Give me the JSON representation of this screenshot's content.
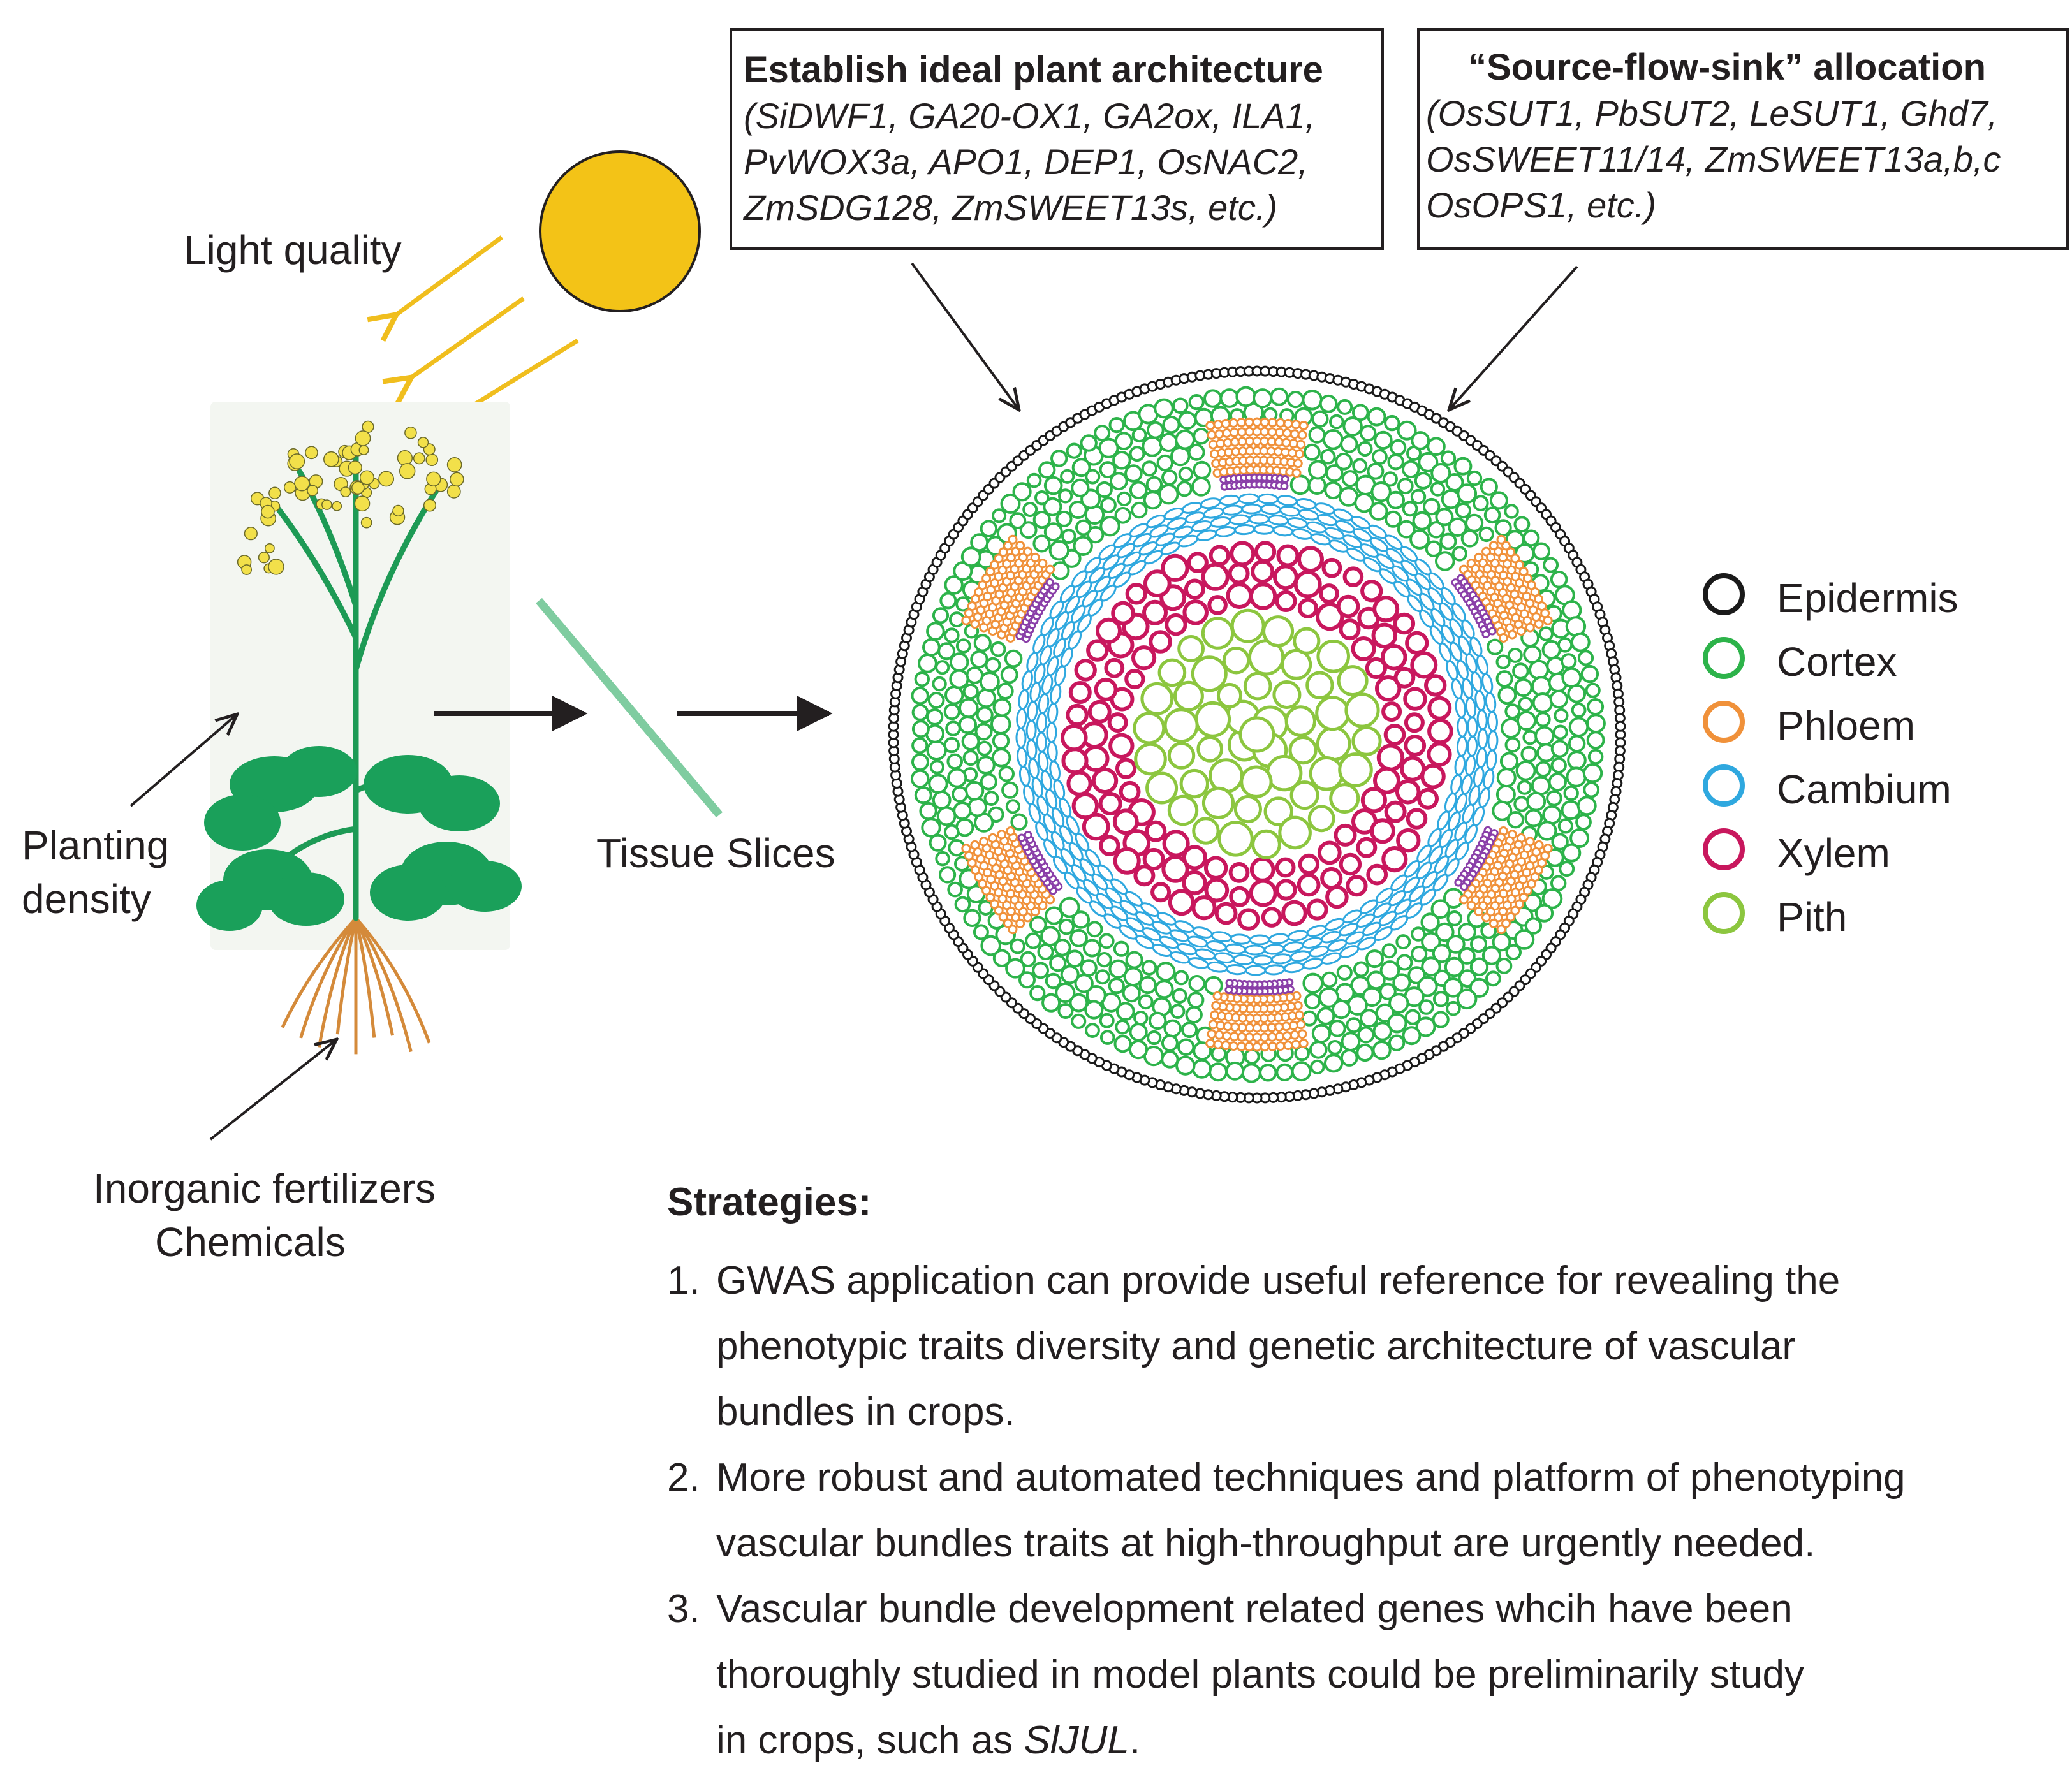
{
  "labels": {
    "light_quality": "Light quality",
    "planting_density": [
      "Planting",
      "density"
    ],
    "fertilizers": [
      "Inorganic fertilizers",
      "Chemicals"
    ],
    "tissue_slices": "Tissue Slices"
  },
  "box_architecture": {
    "title": "Establish ideal plant architecture",
    "lines": [
      "(SiDWF1, GA20-OX1, GA2ox, ILA1,",
      "PvWOX3a,  APO1, DEP1, OsNAC2,",
      "ZmSDG128, ZmSWEET13s, etc.)"
    ]
  },
  "box_allocation": {
    "title": "“Source-flow-sink” allocation",
    "lines": [
      "(OsSUT1, PbSUT2, LeSUT1, Ghd7,",
      "OsSWEET11/14, ZmSWEET13a,b,c",
      " OsOPS1, etc.)"
    ]
  },
  "legend": [
    {
      "label": "Epidermis",
      "color": "#1a1a1a"
    },
    {
      "label": "Cortex",
      "color": "#2db34a"
    },
    {
      "label": "Phloem",
      "color": "#f0913a"
    },
    {
      "label": "Cambium",
      "color": "#2fa8df"
    },
    {
      "label": "Xylem",
      "color": "#c8175d"
    },
    {
      "label": "Pith",
      "color": "#8cc63f"
    }
  ],
  "colors": {
    "sun": "#f3c317",
    "light_ray": "#f0be1e",
    "slice_blade": "#7fcca0",
    "leaf": "#1aa05a",
    "root": "#d48a3a",
    "flower": "#f2e04a",
    "sieve": "#8a3fa8"
  },
  "strategies": {
    "title": "Strategies:",
    "items": [
      {
        "num": "1.",
        "lines": [
          "GWAS application can provide useful reference for revealing the",
          "phenotypic traits diversity and genetic architecture of vascular",
          "bundles in crops."
        ]
      },
      {
        "num": "2.",
        "lines": [
          "More robust and automated techniques and platform of phenotyping",
          "vascular bundles traits at high-throughput are urgently needed."
        ]
      },
      {
        "num": "3.",
        "lines": [
          "Vascular bundle development related genes whcih have been",
          "thoroughly studied in model plants could be preliminarily study",
          "in crops, such as "
        ],
        "gene": "SlJUL",
        "tail": "."
      }
    ]
  }
}
